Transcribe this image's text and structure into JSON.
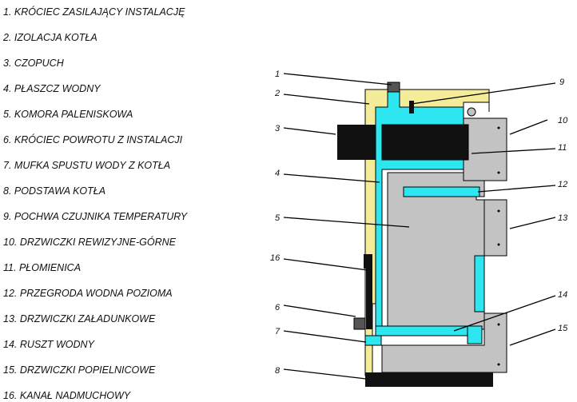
{
  "legend": [
    {
      "num": "1.",
      "text": "KRÓCIEC ZASILAJĄCY INSTALACJĘ"
    },
    {
      "num": "2.",
      "text": "IZOLACJA KOTŁA"
    },
    {
      "num": "3.",
      "text": "CZOPUCH"
    },
    {
      "num": "4.",
      "text": "PŁASZCZ WODNY"
    },
    {
      "num": "5.",
      "text": "KOMORA PALENISKOWA"
    },
    {
      "num": "6.",
      "text": "KRÓCIEC POWROTU Z INSTALACJI"
    },
    {
      "num": "7.",
      "text": "MUFKA SPUSTU WODY Z KOTŁA"
    },
    {
      "num": "8.",
      "text": "PODSTAWA KOTŁA"
    },
    {
      "num": "9.",
      "text": "POCHWA CZUJNIKA TEMPERATURY"
    },
    {
      "num": "10.",
      "text": "DRZWICZKI REWIZYJNE-GÓRNE"
    },
    {
      "num": "11.",
      "text": "PŁOMIENICA"
    },
    {
      "num": "12.",
      "text": "PRZEGRODA WODNA POZIOMA"
    },
    {
      "num": "13.",
      "text": "DRZWICZKI ZAŁADUNKOWE"
    },
    {
      "num": "14.",
      "text": "RUSZT WODNY"
    },
    {
      "num": "15.",
      "text": "DRZWICZKI POPIELNICOWE"
    },
    {
      "num": "16.",
      "text": "KANAŁ NADMUCHOWY"
    }
  ],
  "callouts": [
    "1",
    "2",
    "3",
    "4",
    "5",
    "6",
    "7",
    "8",
    "9",
    "10",
    "11",
    "12",
    "13",
    "14",
    "15",
    "16"
  ],
  "colors": {
    "insulation": "#f5ec9a",
    "water": "#2ee6f0",
    "steel": "#c3c3c3",
    "dark": "#111111",
    "stub": "#555555"
  }
}
